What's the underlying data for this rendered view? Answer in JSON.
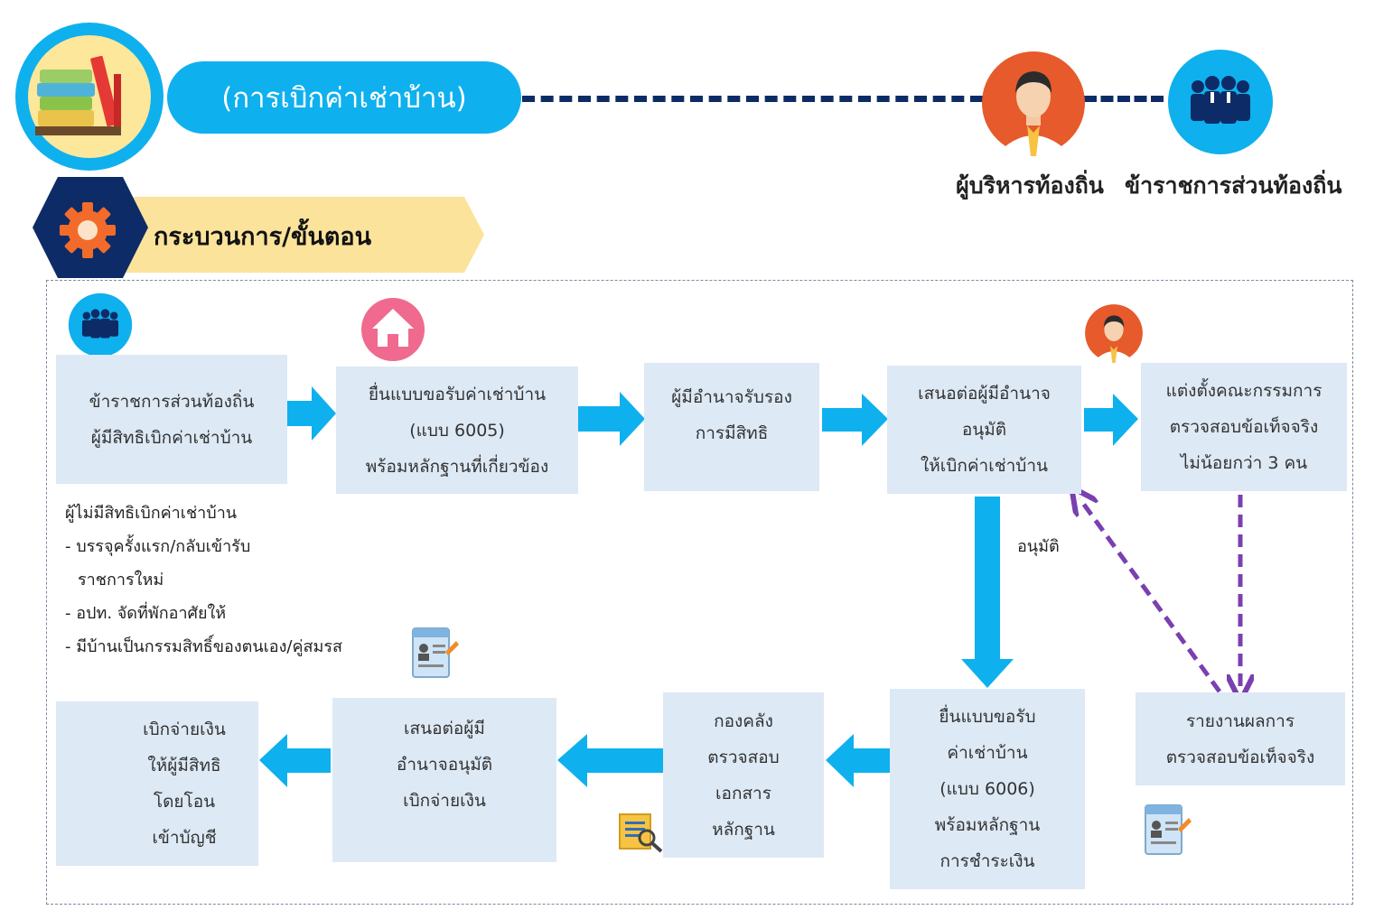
{
  "header": {
    "title": "(การเบิกค่าเช่าบ้าน)",
    "roles": [
      "ผู้บริหารท้องถิ่น",
      "ข้าราชการส่วนท้องถิ่น"
    ],
    "section_label": "กระบวนการ/ขั้นตอน"
  },
  "colors": {
    "primary": "#0fb0ee",
    "navy": "#0d2b66",
    "box_bg": "#dde9f5",
    "banner": "#fbe39b",
    "gear": "#f26b2b",
    "dashed_arrow": "#7a3fb0",
    "avatar_bg": "#e65a2c",
    "home_icon": "#ef6a8e"
  },
  "steps": {
    "s1": [
      "ข้าราชการส่วนท้องถิ่น",
      "ผู้มีสิทธิเบิกค่าเช่าบ้าน"
    ],
    "s2": [
      "ยื่นแบบขอรับค่าเช่าบ้าน",
      "(แบบ 6005)",
      "พร้อมหลักฐานที่เกี่ยวข้อง"
    ],
    "s3": [
      "ผู้มีอำนาจรับรอง",
      "การมีสิทธิ"
    ],
    "s4": [
      "เสนอต่อผู้มีอำนาจ",
      "อนุมัติ",
      "ให้เบิกค่าเช่าบ้าน"
    ],
    "s5": [
      "แต่งตั้งคณะกรรมการ",
      "ตรวจสอบข้อเท็จจริง",
      "ไม่น้อยกว่า 3 คน"
    ],
    "s6": [
      "รายงานผลการ",
      "ตรวจสอบข้อเท็จจริง"
    ],
    "s7": [
      "ยื่นแบบขอรับ",
      "ค่าเช่าบ้าน",
      "(แบบ 6006)",
      "พร้อมหลักฐาน",
      "การชำระเงิน"
    ],
    "s8": [
      "กองคลัง",
      "ตรวจสอบ",
      "เอกสาร",
      "หลักฐาน"
    ],
    "s9": [
      "เสนอต่อผู้มี",
      "อำนาจอนุมัติ",
      "เบิกจ่ายเงิน"
    ],
    "s10": [
      "เบิกจ่ายเงิน",
      "ให้ผู้มีสิทธิ",
      "โดยโอน",
      "เข้าบัญชี"
    ]
  },
  "approve_label": "อนุมัติ",
  "ineligible_note": {
    "title": "ผู้ไม่มีสิทธิเบิกค่าเช่าบ้าน",
    "items": [
      "- บรรจุครั้งแรก/กลับเข้ารับ",
      "   ราชการใหม่",
      "- อปท. จัดที่พักอาศัยให้",
      "- มีบ้านเป็นกรรมสิทธิ์ของตนเอง/คู่สมรส"
    ]
  },
  "icons": [
    "books-icon",
    "gear-icon",
    "executive-avatar-icon",
    "officials-group-icon",
    "home-icon",
    "document-icon",
    "inspect-document-icon",
    "money-bag-icon"
  ]
}
